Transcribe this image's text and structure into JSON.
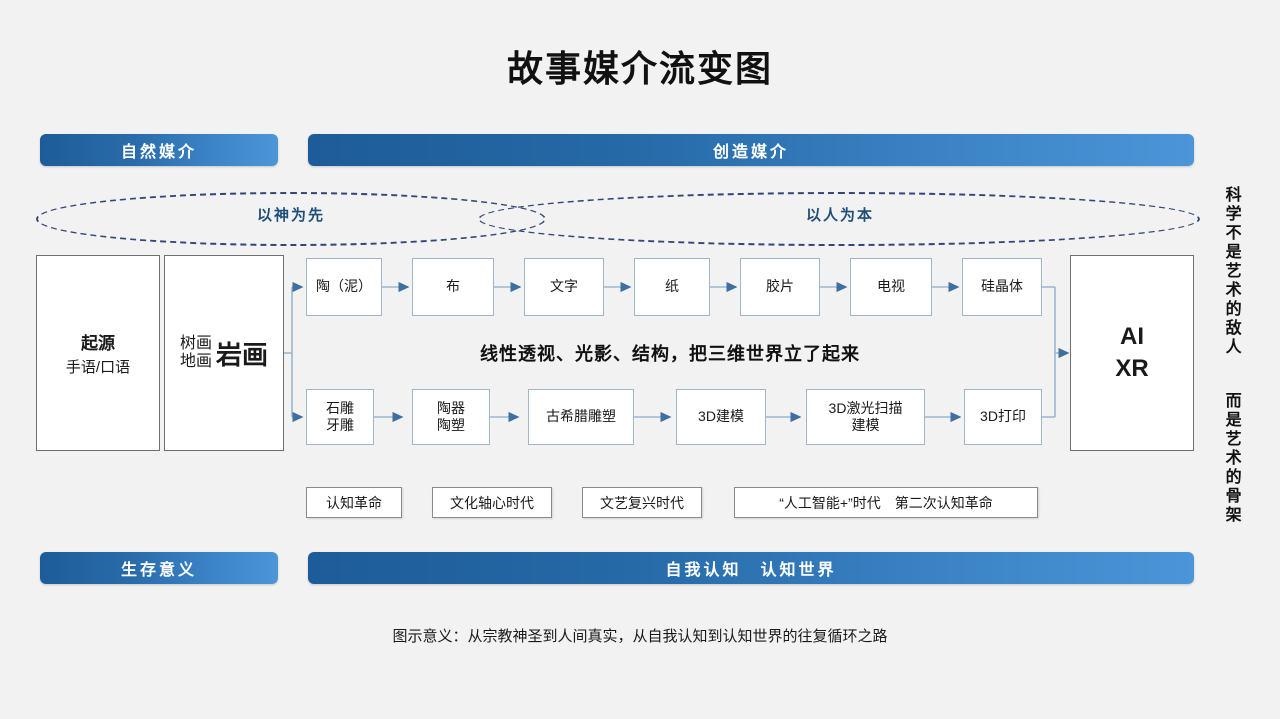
{
  "page": {
    "title": "故事媒介流变图",
    "footer_note": "图示意义：从宗教神圣到人间真实，从自我认知到认知世界的往复循环之路",
    "side_text_top": "科学不是艺术的敌人",
    "side_text_bottom": "而是艺术的骨架",
    "accent_dark": "#1d5c98",
    "accent_light": "#4b95d8",
    "node_border": "#9fb6cd",
    "ellipse_stroke": "#33467a",
    "ellipse_label_color": "#1f4e79"
  },
  "top_banners": [
    {
      "label": "自然媒介"
    },
    {
      "label": "创造媒介"
    }
  ],
  "bottom_banners": [
    {
      "label": "生存意义"
    },
    {
      "label": "自我认知　认知世界"
    }
  ],
  "ellipse_labels": [
    {
      "label": "以神为先"
    },
    {
      "label": "以人为本"
    }
  ],
  "origin": {
    "box1_title": "起源",
    "box1_sub": "手语/口语",
    "box2_small_line1": "树画",
    "box2_small_line2": "地画",
    "box2_big": "岩画"
  },
  "top_row": [
    {
      "label": "陶（泥）"
    },
    {
      "label": "布"
    },
    {
      "label": "文字"
    },
    {
      "label": "纸"
    },
    {
      "label": "胶片"
    },
    {
      "label": "电视"
    },
    {
      "label": "硅晶体"
    }
  ],
  "bottom_row": [
    {
      "line1": "石雕",
      "line2": "牙雕"
    },
    {
      "line1": "陶器",
      "line2": "陶塑"
    },
    {
      "line1": "古希腊雕塑",
      "line2": ""
    },
    {
      "line1": "3D建模",
      "line2": ""
    },
    {
      "line1": "3D激光扫描",
      "line2": "建模"
    },
    {
      "line1": "3D打印",
      "line2": ""
    }
  ],
  "terminal": {
    "line1": "AI",
    "line2": "XR"
  },
  "middle_statement": "线性透视、光影、结构，把三维世界立了起来",
  "eras": [
    {
      "label": "认知革命"
    },
    {
      "label": "文化轴心时代"
    },
    {
      "label": "文艺复兴时代"
    },
    {
      "label": "“人工智能+”时代　第二次认知革命"
    }
  ]
}
